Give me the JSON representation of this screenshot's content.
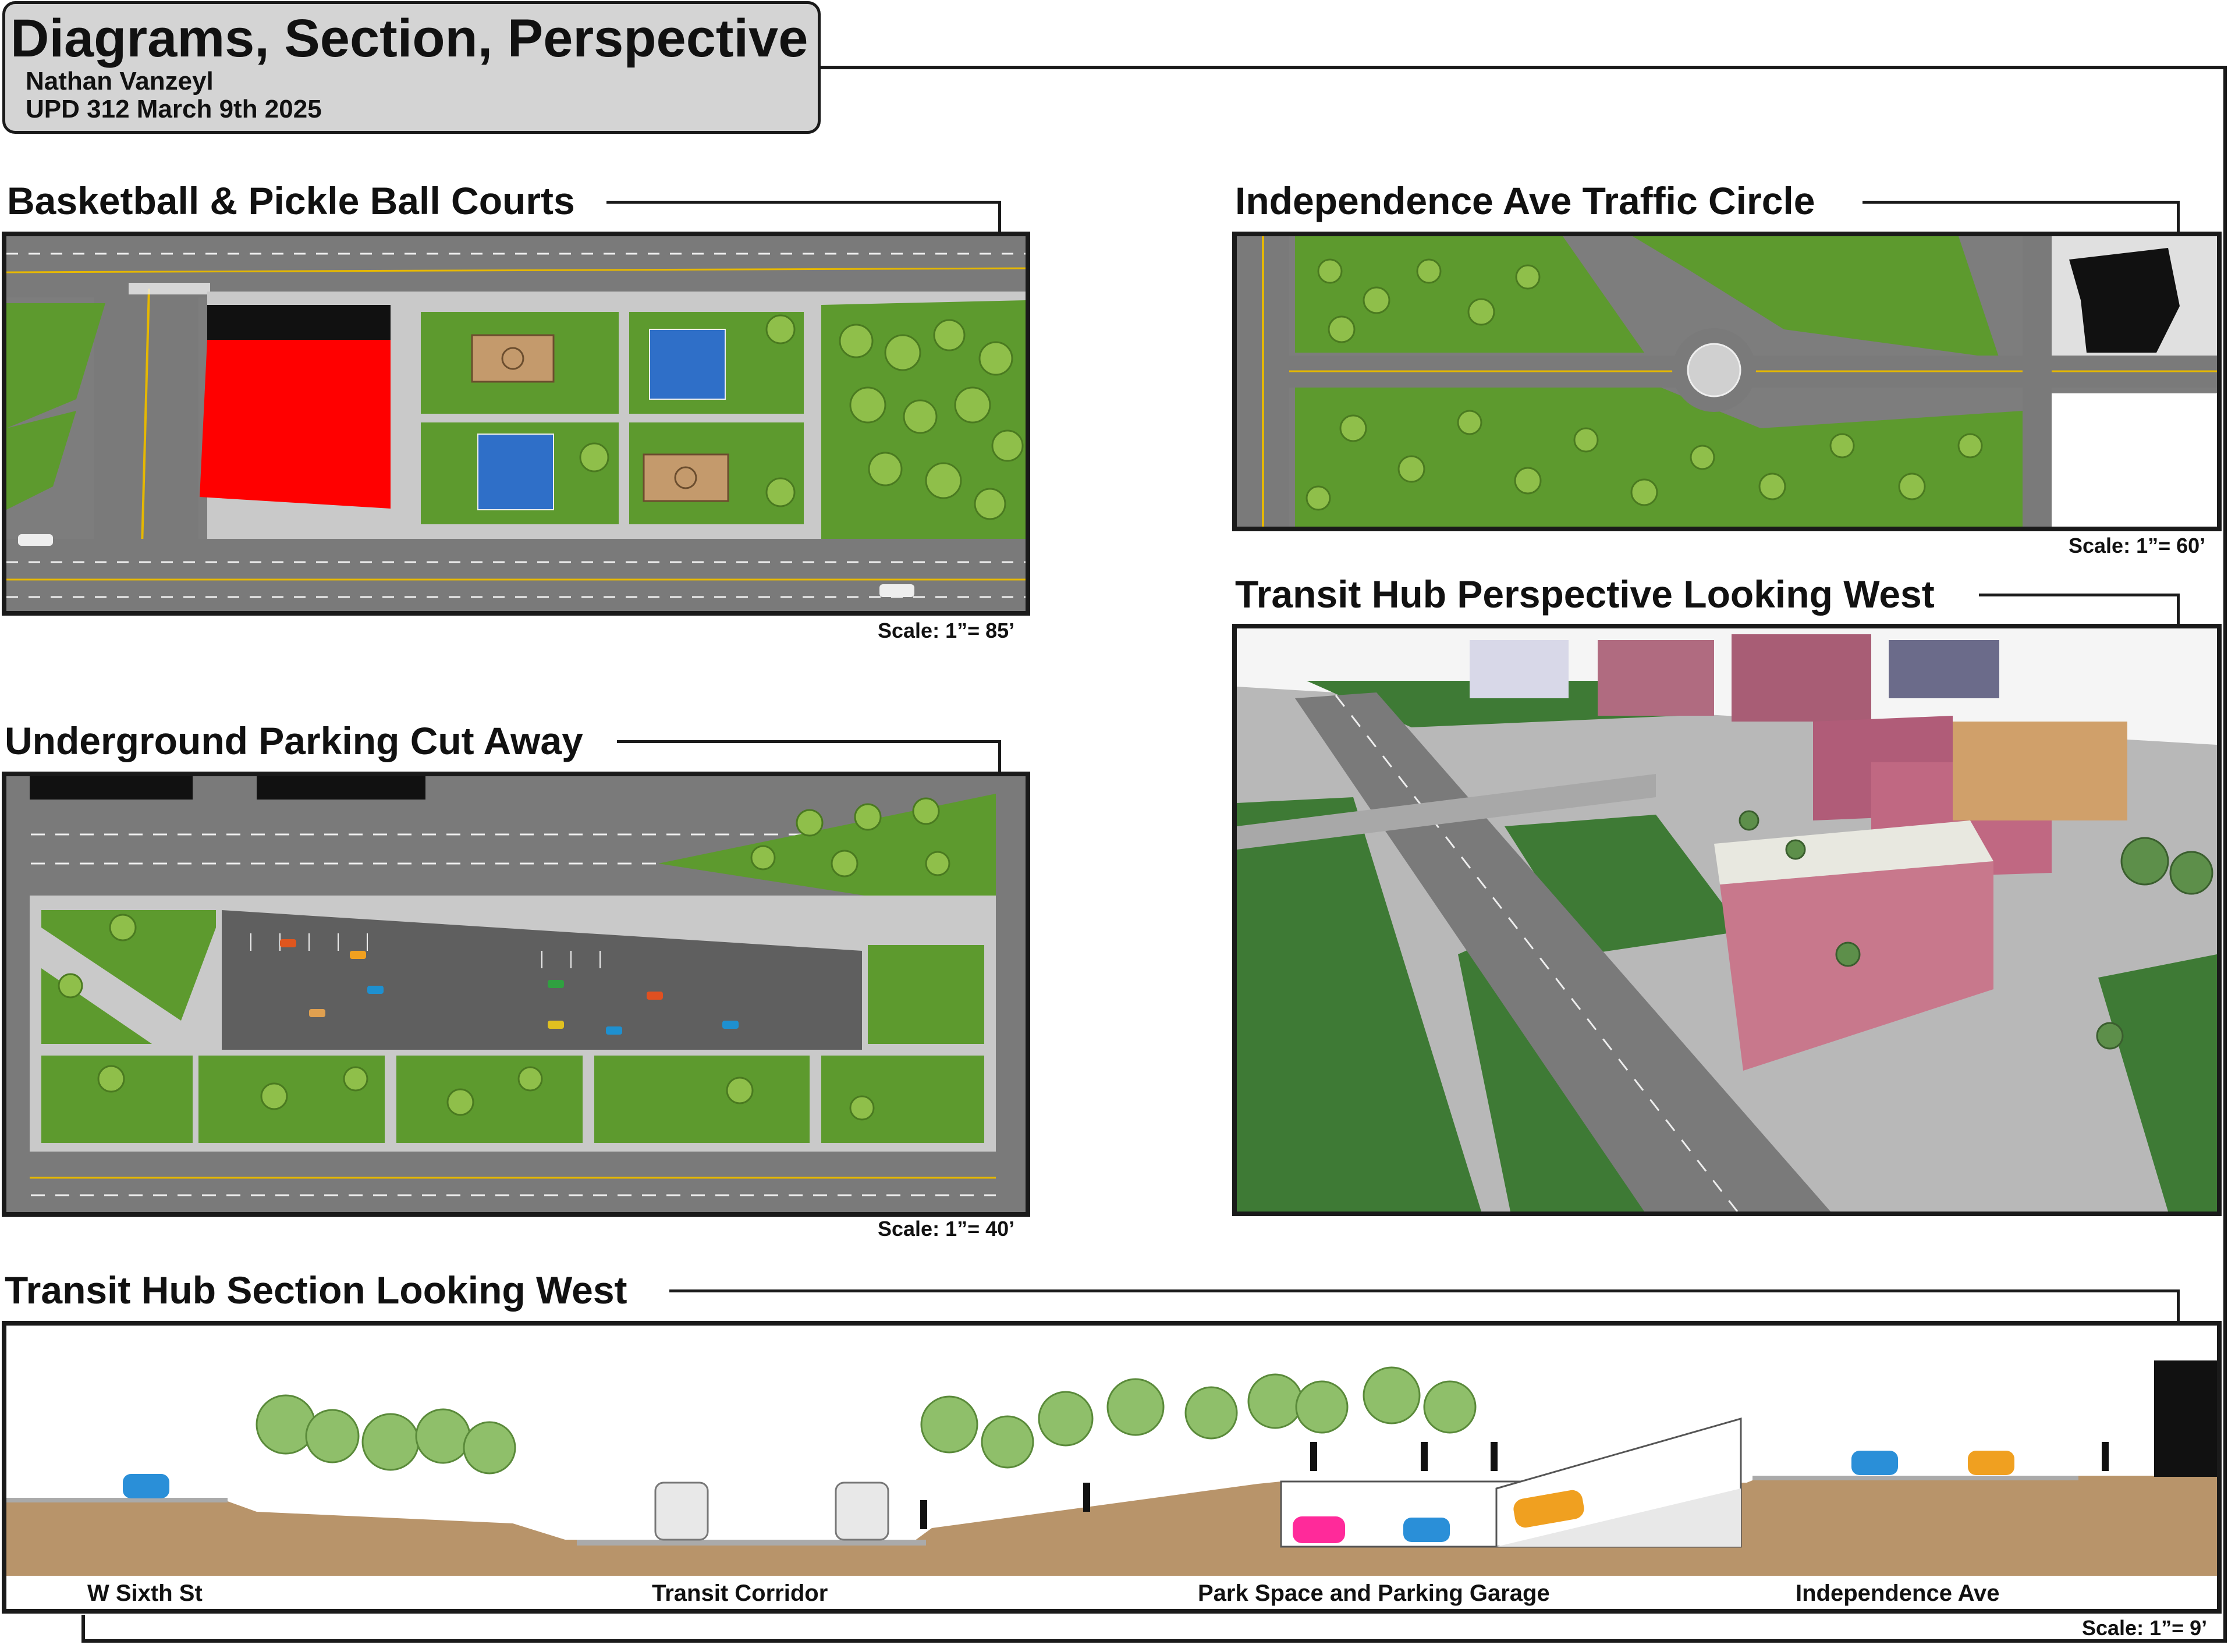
{
  "header": {
    "title": "Diagrams, Section, Perspective",
    "author": "Nathan Vanzeyl",
    "course_date": "UPD 312 March 9th 2025"
  },
  "panels": {
    "courts": {
      "title": "Basketball & Pickle Ball Courts",
      "scale": "Scale: 1”= 85’"
    },
    "circle": {
      "title": "Independence Ave Traffic Circle",
      "scale": "Scale: 1”= 60’"
    },
    "parking": {
      "title": "Underground Parking Cut Away",
      "scale": "Scale: 1”= 40’"
    },
    "perspective": {
      "title": "Transit Hub Perspective Looking West"
    },
    "section": {
      "title": "Transit Hub Section Looking West",
      "scale": "Scale: 1”= 9’",
      "labels": [
        "W Sixth St",
        "Transit Corridor",
        "Park Space and Parking Garage",
        "Independence Ave"
      ]
    }
  },
  "colors": {
    "grass": "#5d9a2e",
    "road": "#7d7d7d",
    "sidewalk": "#c9c9c9",
    "building_red": "#ff0000",
    "soil": "#b8946a",
    "court_blue": "#2f6fc8",
    "court_tan": "#c49a6c"
  }
}
